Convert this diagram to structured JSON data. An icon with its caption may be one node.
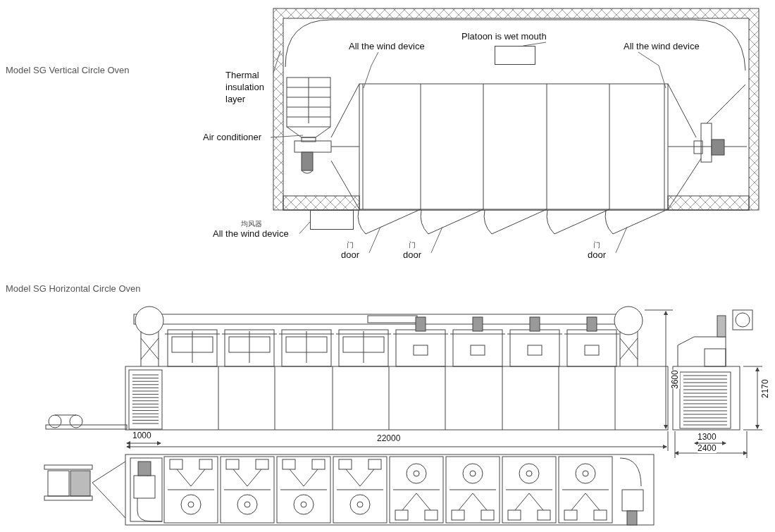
{
  "diagram": {
    "nodes": [
      {
        "text": [
          "All the wind device"
        ]
      },
      {
        "text": [
          "Platoon is wet mouth"
        ]
      },
      {
        "text": [
          "All the wind device"
        ]
      },
      {
        "text": [],
        "shape": "box"
      },
      {
        "text": [
          "Thermal insulation layer"
        ]
      },
      {
        "text": [
          "Air conditioner"
        ]
      },
      {
        "text": [
          "均风器",
          "All the wind device"
        ]
      },
      {
        "text": [],
        "shape": "box"
      },
      {
        "text": [
          "门",
          "door"
        ]
      },
      {
        "text": [
          "门",
          "door"
        ]
      },
      {
        "text": [
          "门",
          "door"
        ]
      }
    ],
    "edges": [
      {
        "from": 0,
        "to": null,
        "arrow": "none"
      },
      {
        "from": 1,
        "to": 3,
        "arrow": "none"
      },
      {
        "from": 2,
        "to": null,
        "arrow": "none"
      },
      {
        "from": 4,
        "to": null,
        "arrow": "none"
      },
      {
        "from": 5,
        "to": null,
        "arrow": "none"
      },
      {
        "from": 6,
        "to": 7,
        "arrow": "none"
      },
      {
        "from": 8,
        "to": null,
        "arrow": "none"
      },
      {
        "from": 9,
        "to": null,
        "arrow": "none"
      },
      {
        "from": 10,
        "to": null,
        "arrow": "none"
      }
    ],
    "labels": [
      "Model SG Vertical Circle Oven",
      "Model SG Horizontal Circle Oven",
      "3600",
      "2170",
      "1000",
      "22000",
      "1300",
      "2400"
    ]
  }
}
